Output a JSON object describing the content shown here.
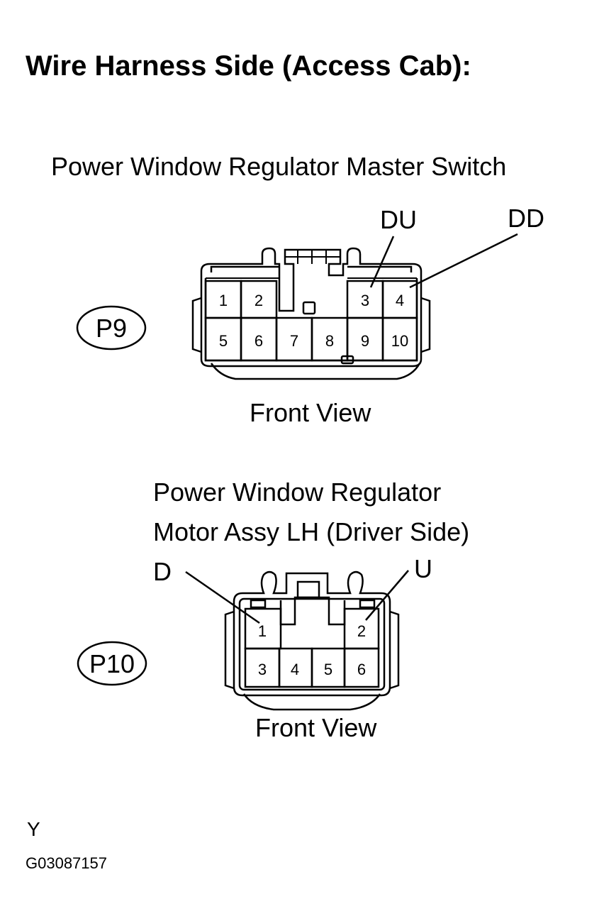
{
  "title": "Wire Harness Side (Access Cab):",
  "connector_p9": {
    "name": "Power Window Regulator Master Switch",
    "badge": "P9",
    "view": "Front View",
    "callouts": [
      "DU",
      "DD"
    ],
    "pins": [
      "1",
      "2",
      "3",
      "4",
      "5",
      "6",
      "7",
      "8",
      "9",
      "10"
    ]
  },
  "connector_p10": {
    "name_line1": "Power Window Regulator",
    "name_line2": "Motor Assy LH (Driver Side)",
    "badge": "P10",
    "view": "Front View",
    "callouts": [
      "D",
      "U"
    ],
    "pins": [
      "1",
      "2",
      "3",
      "4",
      "5",
      "6"
    ]
  },
  "footer": {
    "code": "Y",
    "figure_id": "G03087157"
  }
}
